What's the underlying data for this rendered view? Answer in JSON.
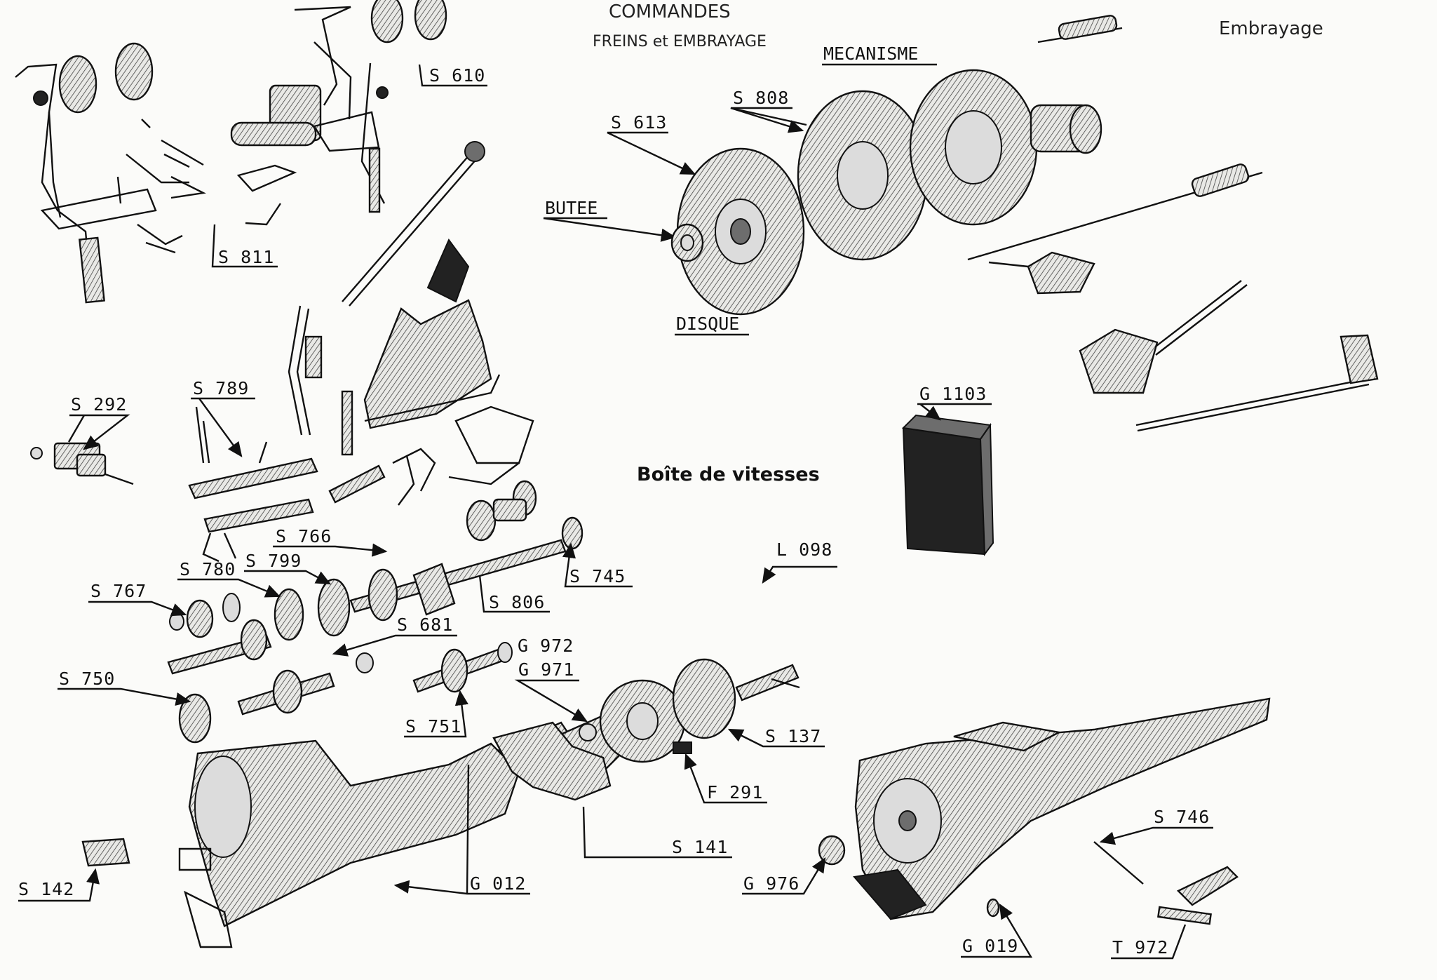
{
  "titles": {
    "commandes": "COMMANDES",
    "freins_embrayage": "FREINS et EMBRAYAGE",
    "embrayage": "Embrayage",
    "mecanisme": "MECANISME",
    "butee": "BUTEE",
    "disque": "DISQUE",
    "boite": "Boîte de vitesses"
  },
  "callouts": {
    "s610": "S 610",
    "s811": "S 811",
    "s613": "S 613",
    "s808": "S 808",
    "g1103": "G 1103",
    "s292": "S 292",
    "s789": "S 789",
    "s766": "S 766",
    "s780": "S 780",
    "s799": "S 799",
    "s767": "S 767",
    "s806": "S 806",
    "s745": "S 745",
    "l098": "L 098",
    "s681": "S 681",
    "g972": "G 972",
    "g971": "G 971",
    "s750": "S 750",
    "s751": "S 751",
    "s137": "S 137",
    "f291": "F 291",
    "s141": "S 141",
    "s746": "S 746",
    "s142": "S 142",
    "g012": "G 012",
    "g976": "G 976",
    "g019": "G 019",
    "t972": "T 972"
  },
  "colors": {
    "ink": "#111111",
    "paper": "#fbfbf9",
    "shade": "#6d6d6d"
  }
}
